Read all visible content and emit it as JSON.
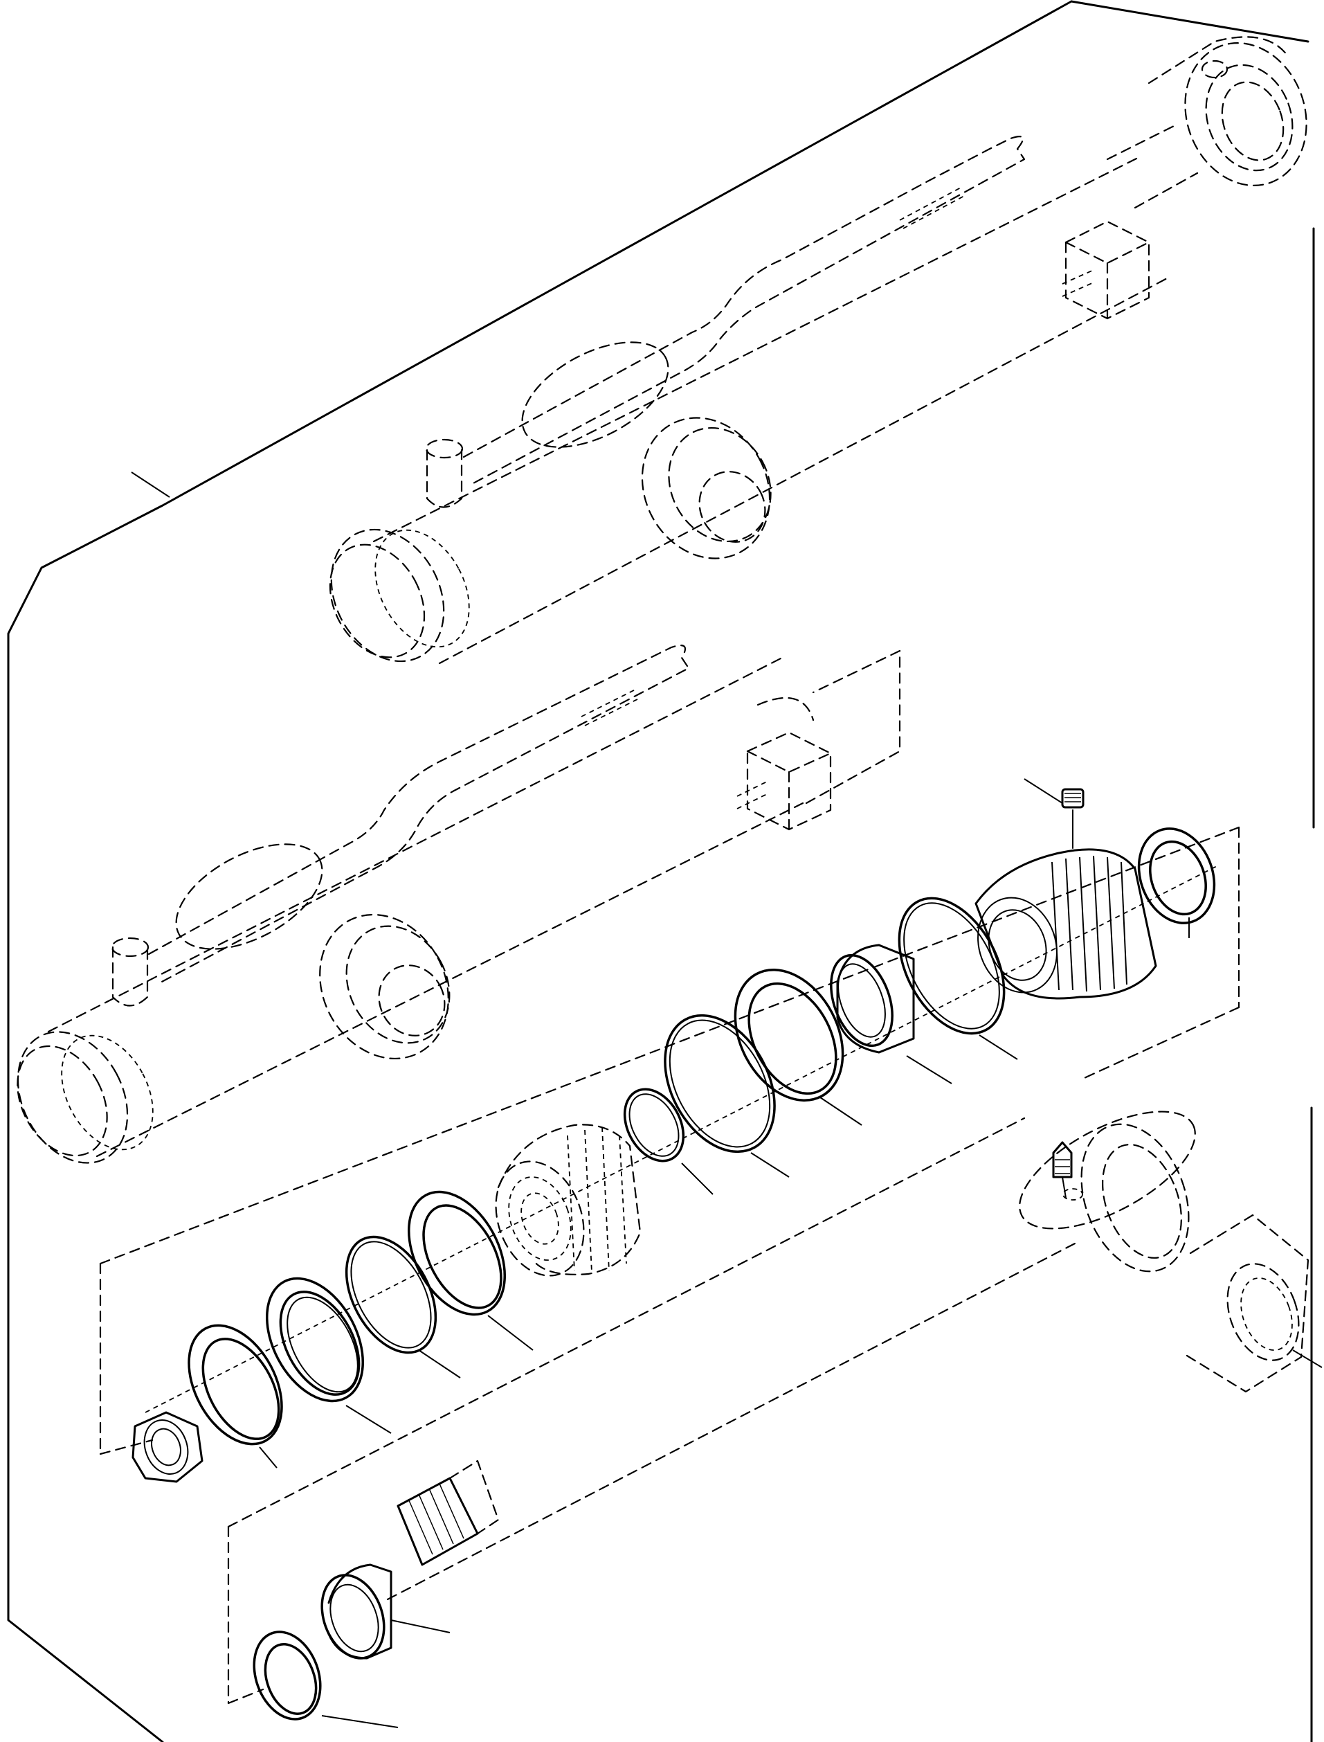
{
  "figure": {
    "kind": "exploded parts diagram",
    "colors": {
      "line": "#000000",
      "background": "#ffffff"
    },
    "parts": [
      {
        "id": "cylinder-assembly"
      },
      {
        "id": "cylinder-tube"
      },
      {
        "id": "grease-fitting-top"
      },
      {
        "id": "gland-wiper"
      },
      {
        "id": "cylinder-head"
      },
      {
        "id": "o-ring-head"
      },
      {
        "id": "bushing"
      },
      {
        "id": "back-up-ring-head"
      },
      {
        "id": "rod-seal"
      },
      {
        "id": "o-ring-small"
      },
      {
        "id": "piston"
      },
      {
        "id": "piston-ring-a"
      },
      {
        "id": "o-ring-piston"
      },
      {
        "id": "piston-seal"
      },
      {
        "id": "wear-ring"
      },
      {
        "id": "lock-nut"
      },
      {
        "id": "piston-rod"
      },
      {
        "id": "grease-fitting-rod"
      },
      {
        "id": "rod-bushing"
      },
      {
        "id": "rod-seal-end"
      }
    ]
  }
}
